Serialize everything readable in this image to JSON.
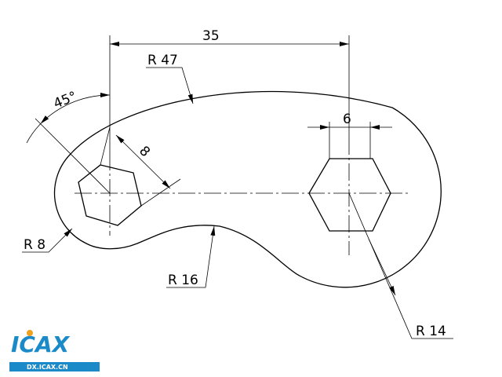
{
  "dimensions": {
    "center_distance": "35",
    "radius_top": "R 47",
    "angle": "45°",
    "hex_left_flats": "8",
    "hex_right_flats": "6",
    "radius_left": "R 8",
    "radius_bottom": "R 16",
    "radius_right": "R 14"
  },
  "logo": {
    "brand": "ICAX",
    "url_text": "DX.ICAX.CN"
  },
  "colors": {
    "line": "#000000",
    "logo": "#1a8ac8"
  }
}
